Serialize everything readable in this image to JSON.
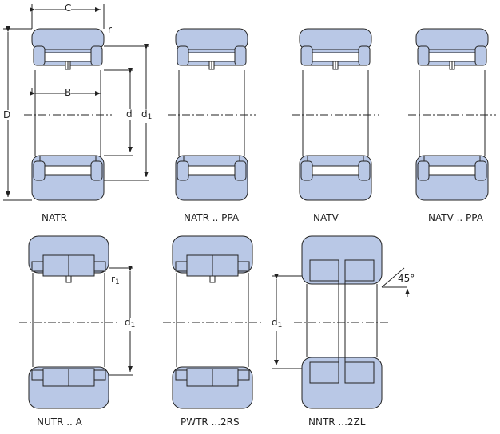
{
  "colors": {
    "fill": "#b9c8e6",
    "outline": "#222222",
    "background": "#ffffff"
  },
  "captions": {
    "natr": "NATR",
    "natr_ppa": "NATR .. PPA",
    "natv": "NATV",
    "natv_ppa": "NATV .. PPA",
    "nutr_a": "NUTR .. A",
    "pwtr_2rs": "PWTR ...2RS",
    "nntr_2zl": "NNTR ...2ZL"
  },
  "dimensions": {
    "C": "C",
    "r": "r",
    "D": "D",
    "B": "B",
    "d": "d",
    "d1": "d",
    "d1_sub": "1",
    "r1": "r",
    "r1_sub": "1",
    "angle": "45°"
  }
}
